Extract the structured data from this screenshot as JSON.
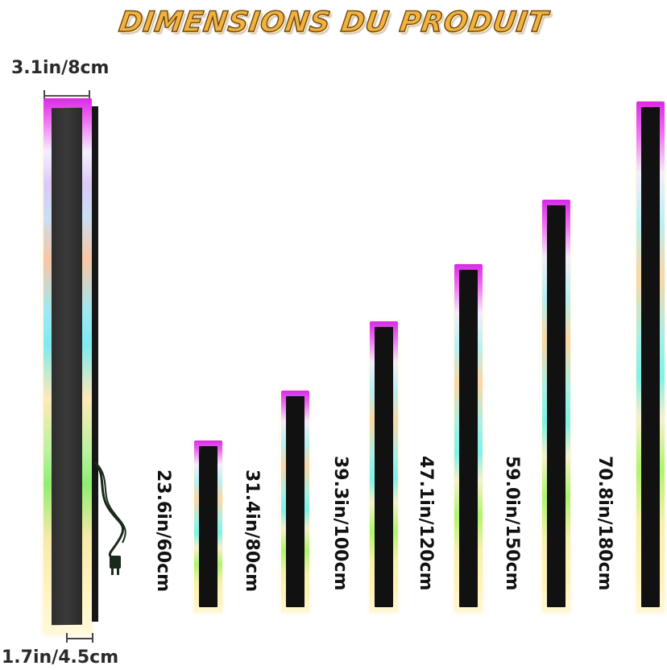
{
  "title": "DIMENSIONS DU PRODUIT",
  "width_label": "3.1in/8cm",
  "depth_label": "1.7in/4.5cm",
  "bars": [
    {
      "label": "23.6in/60cm"
    },
    {
      "label": "31.4in/80cm"
    },
    {
      "label": "39.3in/100cm"
    },
    {
      "label": "47.1in/120cm"
    },
    {
      "label": "59.0in/150cm"
    },
    {
      "label": "70.8in/180cm"
    }
  ],
  "colors": {
    "title_fill": "#f1b23e",
    "title_outline": "#6b4410",
    "bar_top_glow": "#d82be8",
    "bar_body": "#111111"
  }
}
